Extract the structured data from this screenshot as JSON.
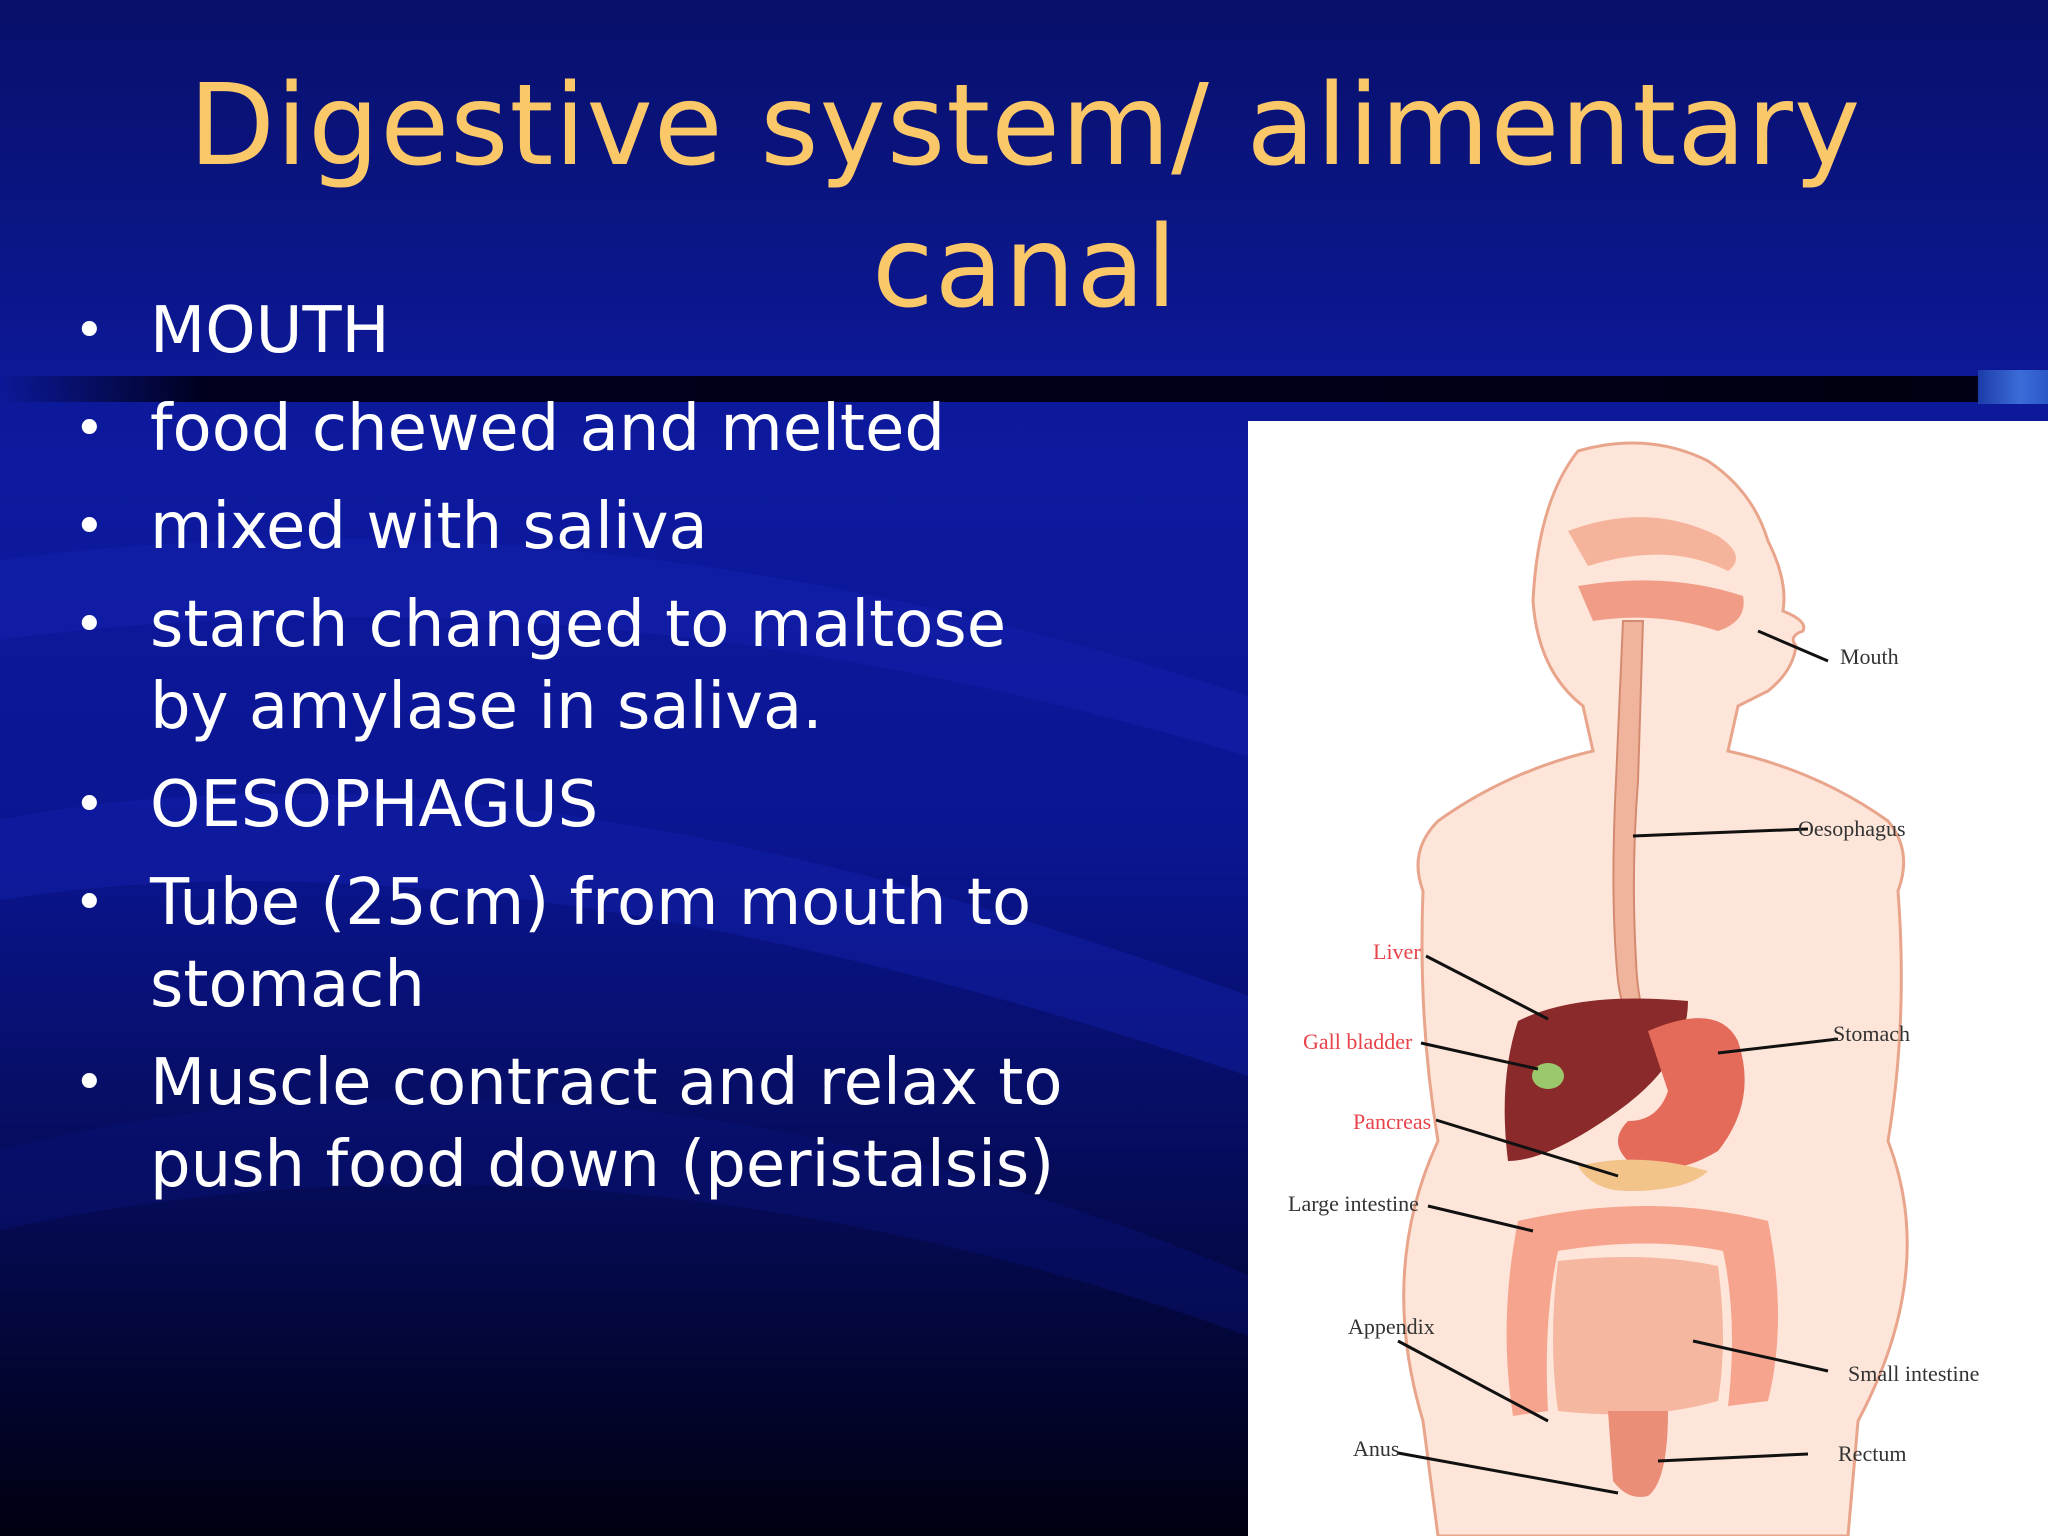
{
  "slide": {
    "title": "Digestive system/ alimentary canal",
    "bullets": [
      "MOUTH",
      "food chewed and melted",
      "mixed with saliva",
      "starch changed to maltose by amylase in saliva.",
      "OESOPHAGUS",
      "Tube (25cm) from mouth to stomach",
      "Muscle contract and relax to push food down (peristalsis)"
    ],
    "bullet_glyph": "•"
  },
  "diagram": {
    "labels": {
      "mouth": "Mouth",
      "oesophagus": "Oesophagus",
      "liver": "Liver",
      "gall_bladder": "Gall bladder",
      "stomach": "Stomach",
      "pancreas": "Pancreas",
      "large_intestine": "Large intestine",
      "appendix": "Appendix",
      "small_intestine": "Small intestine",
      "anus": "Anus",
      "rectum": "Rectum"
    }
  },
  "colors": {
    "title": "#fbc869",
    "text": "#ffffff",
    "label_red": "#e8434a",
    "label_dark": "#333333"
  }
}
